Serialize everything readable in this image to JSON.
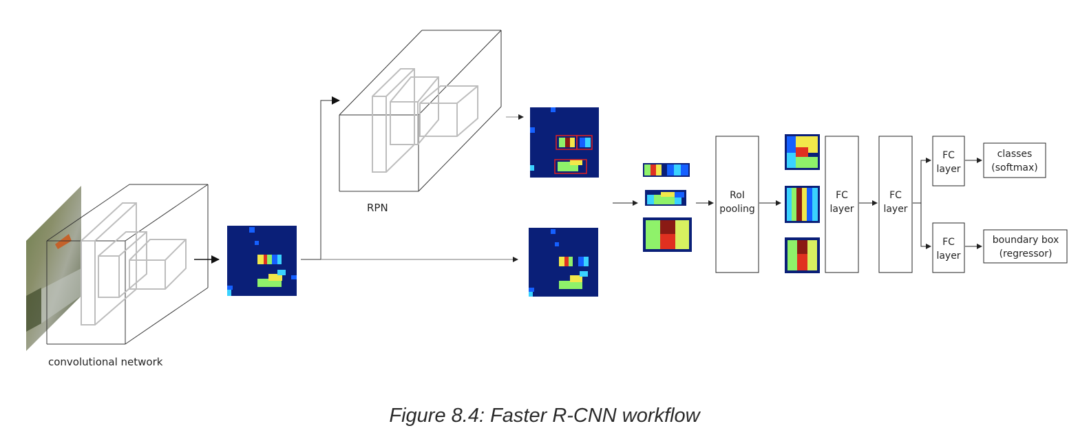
{
  "diagram": {
    "labels": {
      "conv_network": "convolutional network",
      "rpn": "RPN",
      "roi_pooling_line1": "RoI",
      "roi_pooling_line2": "pooling",
      "fc_line1": "FC",
      "fc_line2": "layer",
      "classes_line1": "classes",
      "classes_line2": "(softmax)",
      "bbox_line1": "boundary box",
      "bbox_line2": "(regressor)"
    },
    "colors": {
      "feature_map_bg": "#0a1f78",
      "feature_blue": "#1560ff",
      "feature_cyan": "#3ad2ff",
      "feature_green": "#8ff26a",
      "feature_yellow": "#f2e84a",
      "feature_red": "#e03020",
      "feature_darkred": "#8a1a14",
      "proposal_box": "#e02020",
      "line": "#222222",
      "cube_edge": "#b8b8b8"
    }
  },
  "caption": "Figure 8.4: Faster R-CNN workflow"
}
